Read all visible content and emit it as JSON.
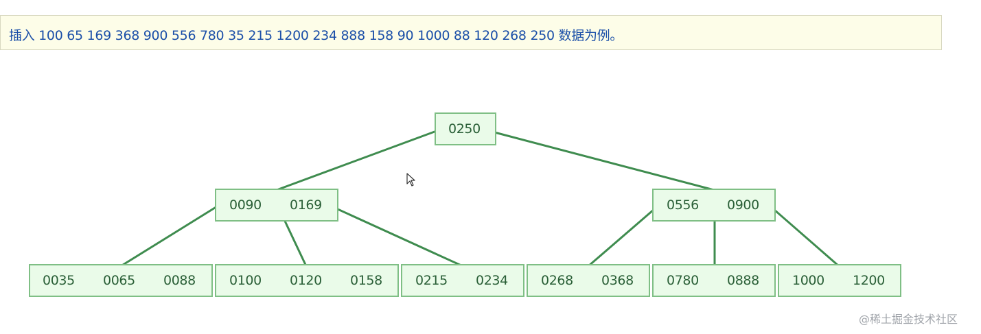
{
  "header": {
    "text": "插入 100 65 169 368 900 556 780 35 215 1200 234 888 158 90 1000 88 120 268 250 数据为例。"
  },
  "tree": {
    "root": {
      "keys": [
        "0250"
      ]
    },
    "level1": [
      {
        "keys": [
          "0090",
          "0169"
        ]
      },
      {
        "keys": [
          "0556",
          "0900"
        ]
      }
    ],
    "leaves": [
      {
        "keys": [
          "0035",
          "0065",
          "0088"
        ]
      },
      {
        "keys": [
          "0100",
          "0120",
          "0158"
        ]
      },
      {
        "keys": [
          "0215",
          "0234"
        ]
      },
      {
        "keys": [
          "0268",
          "0368"
        ]
      },
      {
        "keys": [
          "0780",
          "0888"
        ]
      },
      {
        "keys": [
          "1000",
          "1200"
        ]
      }
    ]
  },
  "colors": {
    "node_fill": "#eafbe9",
    "node_border": "#7fbf85",
    "edge": "#3f8c4f",
    "key_text": "#2a5f37",
    "header_text": "#1b4fa8",
    "header_bg": "#fdfde8"
  },
  "icons": {
    "cursor": "mouse-pointer-icon"
  },
  "watermark": "@稀土掘金技术社区"
}
